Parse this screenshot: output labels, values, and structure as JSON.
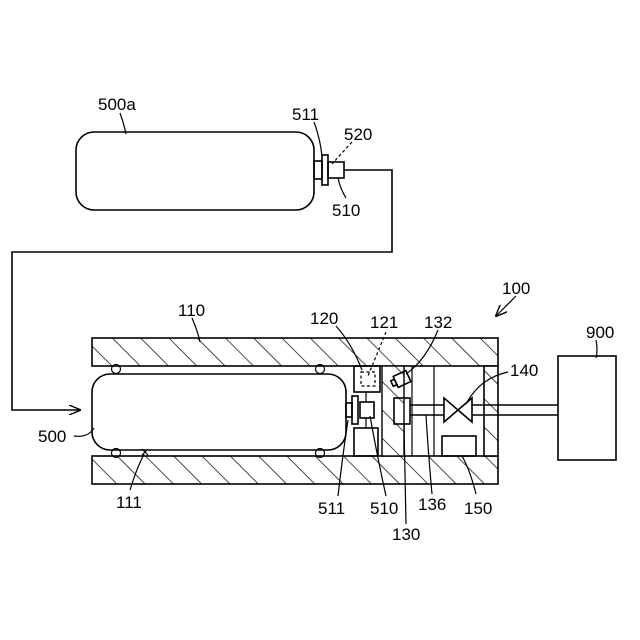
{
  "labels": {
    "tank_top": "500a",
    "valve_top": "511",
    "dashed_top": "520",
    "conn_top": "510",
    "system": "100",
    "housing": "110",
    "module": "120",
    "module_inner": "121",
    "sensor": "132",
    "valve_main": "140",
    "external": "900",
    "tank_main": "500",
    "bearing": "111",
    "valve_bottom": "511",
    "conn_bottom": "510",
    "controller": "130",
    "line": "136",
    "unit": "150"
  }
}
